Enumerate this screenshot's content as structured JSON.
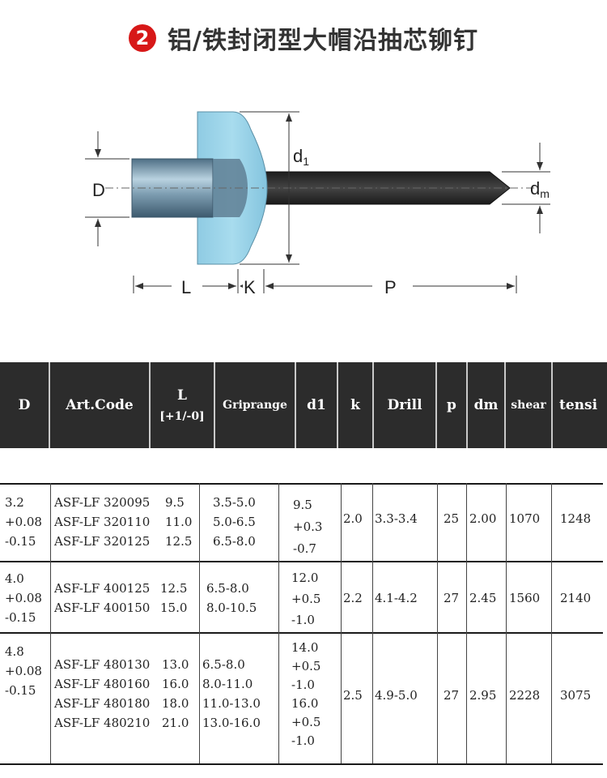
{
  "title": {
    "badge": "2",
    "text": "铝/铁封闭型大帽沿抽芯铆钉"
  },
  "diagram_labels": {
    "D": "D",
    "d1_main": "d",
    "d1_sub": "1",
    "dm_main": "d",
    "dm_sub": "m",
    "L": "L",
    "K": "K",
    "P": "P"
  },
  "colors": {
    "header_bg": "#2c2c2c",
    "head_color": "#9cd3e8",
    "body_color": "#6e8ea3",
    "mandrel_color": "#2d2d2d",
    "badge": "#d71818"
  },
  "headers": {
    "D": "D",
    "art_code": "Art.Code",
    "L": "L",
    "L_tol": "[+1/-0]",
    "griprange": "Griprange",
    "d1": "d1",
    "k": "k",
    "drill": "Drill",
    "p": "p",
    "dm": "dm",
    "shear": "shear",
    "tensile": "tensi"
  },
  "rows": [
    {
      "D": [
        "3.2",
        "+0.08",
        "-0.15"
      ],
      "codes": [
        "ASF-LF 320095",
        "ASF-LF 320110",
        "ASF-LF 320125"
      ],
      "L": [
        "9.5",
        "11.0",
        "12.5"
      ],
      "grip": [
        "3.5-5.0",
        "5.0-6.5",
        "6.5-8.0"
      ],
      "d1": [
        "9.5",
        "+0.3",
        "-0.7"
      ],
      "k": "2.0",
      "drill": "3.3-3.4",
      "p": "25",
      "dm": "2.00",
      "shear": "1070",
      "tensile": "1248"
    },
    {
      "D": [
        "4.0",
        "+0.08",
        "-0.15"
      ],
      "codes": [
        "ASF-LF 400125",
        "ASF-LF 400150"
      ],
      "L": [
        "12.5",
        "15.0"
      ],
      "grip": [
        "6.5-8.0",
        "8.0-10.5"
      ],
      "d1": [
        "12.0",
        "+0.5",
        "-1.0"
      ],
      "k": "2.2",
      "drill": "4.1-4.2",
      "p": "27",
      "dm": "2.45",
      "shear": "1560",
      "tensile": "2140"
    },
    {
      "D": [
        "4.8",
        "+0.08",
        "-0.15"
      ],
      "codes": [
        "ASF-LF 480130",
        "ASF-LF 480160",
        "ASF-LF 480180",
        "ASF-LF 480210"
      ],
      "L": [
        "13.0",
        "16.0",
        "18.0",
        "21.0"
      ],
      "grip": [
        "6.5-8.0",
        "8.0-11.0",
        "11.0-13.0",
        "13.0-16.0"
      ],
      "d1": [
        "14.0",
        "+0.5",
        "-1.0",
        "16.0",
        "+0.5",
        "-1.0"
      ],
      "k": "2.5",
      "drill": "4.9-5.0",
      "p": "27",
      "dm": "2.95",
      "shear": "2228",
      "tensile": "3075"
    }
  ]
}
